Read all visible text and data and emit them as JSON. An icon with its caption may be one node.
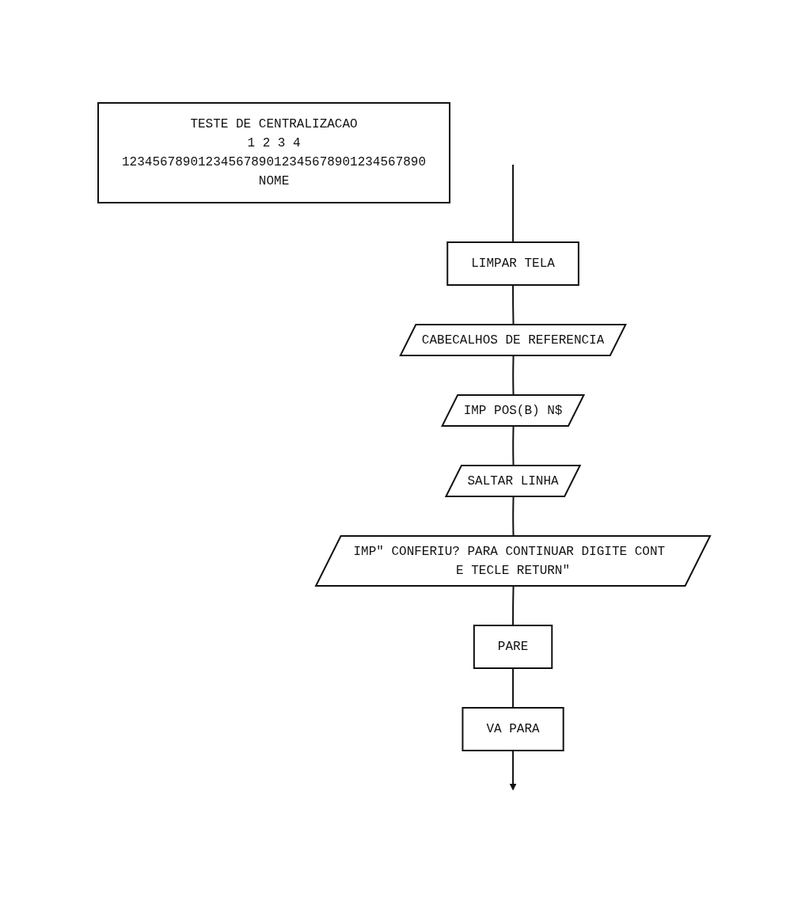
{
  "diagram": {
    "nodes": [
      {
        "text": [
          "LIMPAR TELA"
        ]
      },
      {
        "text": [
          "CABECALHOS DE REFERENCIA"
        ]
      },
      {
        "text": [
          "IMP POS(B) N$"
        ]
      },
      {
        "text": [
          "SALTAR LINHA"
        ]
      },
      {
        "text": [
          "IMP\" CONFERIU? PARA CONTINUAR DIGITE CONT E TECLE RETURN\""
        ]
      },
      {
        "text": [
          "PARE"
        ]
      },
      {
        "text": [
          "VA PARA"
        ]
      },
      {
        "text": [
          "TESTE DE CENTRALIZACAO",
          "1 2 3 4",
          "1234567890123456789012345678901234567890",
          "NOME"
        ]
      }
    ],
    "edges": [
      {
        "from": null,
        "to": 0,
        "arrow": "none"
      },
      {
        "from": 0,
        "to": 1,
        "arrow": "none"
      },
      {
        "from": 1,
        "to": 2,
        "arrow": "none"
      },
      {
        "from": 2,
        "to": 3,
        "arrow": "none"
      },
      {
        "from": 3,
        "to": 4,
        "arrow": "none"
      },
      {
        "from": 4,
        "to": 5,
        "arrow": "none"
      },
      {
        "from": 5,
        "to": 6,
        "arrow": "none"
      },
      {
        "from": 6,
        "to": null,
        "arrow": "to"
      }
    ]
  }
}
